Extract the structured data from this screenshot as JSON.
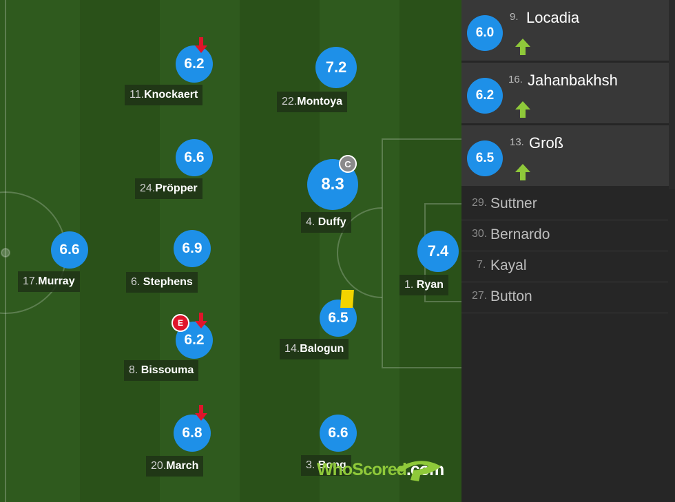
{
  "home_players": [
    {
      "id": "knockaert",
      "rating": "6.2",
      "num": "11.",
      "name": "Knockaert",
      "subbed_off": true
    },
    {
      "id": "propper",
      "rating": "6.6",
      "num": "24.",
      "name": "Pröpper"
    },
    {
      "id": "murray",
      "rating": "6.6",
      "num": "17.",
      "name": "Murray"
    },
    {
      "id": "stephens",
      "rating": "6.9",
      "num": "6.",
      "name": "Stephens"
    },
    {
      "id": "bissouma",
      "rating": "6.2",
      "num": "8.",
      "name": "Bissouma",
      "subbed_off": true,
      "event": "E"
    },
    {
      "id": "march",
      "rating": "6.8",
      "num": "20.",
      "name": "March",
      "subbed_off": true
    },
    {
      "id": "montoya",
      "rating": "7.2",
      "num": "22.",
      "name": "Montoya"
    },
    {
      "id": "duffy",
      "rating": "8.3",
      "num": "4.",
      "name": "Duffy",
      "captain": "C"
    },
    {
      "id": "balogun",
      "rating": "6.5",
      "num": "14.",
      "name": "Balogun",
      "yellow_card": true
    },
    {
      "id": "bong",
      "rating": "6.6",
      "num": "3.",
      "name": "Bong"
    },
    {
      "id": "ryan",
      "rating": "7.4",
      "num": "1.",
      "name": "Ryan"
    }
  ],
  "logo": {
    "part1": "WhoScored",
    "part2": ".com"
  },
  "substitutes": [
    {
      "rating": "6.0",
      "num": "9.",
      "name": "Locadia"
    },
    {
      "rating": "6.2",
      "num": "16.",
      "name": "Jahanbakhsh"
    },
    {
      "rating": "6.5",
      "num": "13.",
      "name": "Groß"
    }
  ],
  "bench": [
    {
      "num": "29.",
      "name": "Suttner"
    },
    {
      "num": "30.",
      "name": "Bernardo"
    },
    {
      "num": "7.",
      "name": "Kayal"
    },
    {
      "num": "27.",
      "name": "Button"
    }
  ],
  "colors": {
    "rating": "#1e90e8",
    "sub_arrow_down": "#e0142a",
    "sub_arrow_up": "#8fc93a",
    "yellow_card": "#f2d400"
  },
  "icons": {
    "sub_off": "arrow-down-icon",
    "sub_on": "arrow-up-icon",
    "captain": "captain-badge-icon",
    "card": "yellow-card-icon",
    "event": "error-icon"
  }
}
